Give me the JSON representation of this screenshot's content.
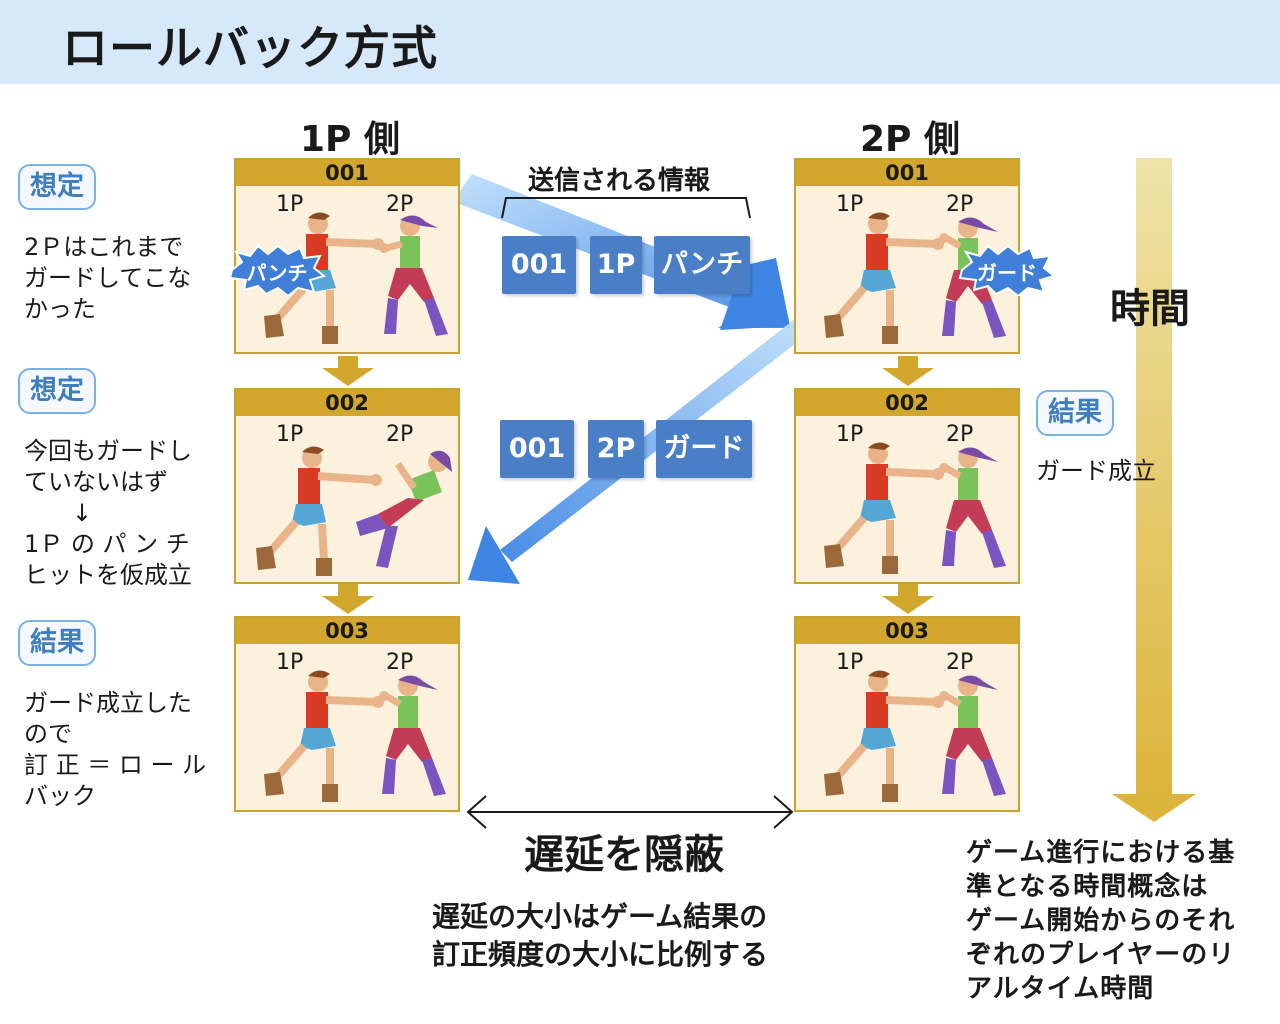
{
  "title": "ロールバック方式",
  "p1_header": "1P 側",
  "p2_header": "2P 側",
  "time_label": "時間",
  "sent_info_label": "送信される情報",
  "frames": {
    "f1a": {
      "num": "001",
      "p1": "1P",
      "p2": "2P",
      "burst": "パンチ"
    },
    "f1b": {
      "num": "002",
      "p1": "1P",
      "p2": "2P"
    },
    "f1c": {
      "num": "003",
      "p1": "1P",
      "p2": "2P"
    },
    "f2a": {
      "num": "001",
      "p1": "1P",
      "p2": "2P",
      "burst": "ガード"
    },
    "f2b": {
      "num": "002",
      "p1": "1P",
      "p2": "2P"
    },
    "f2c": {
      "num": "003",
      "p1": "1P",
      "p2": "2P"
    }
  },
  "packets": {
    "p1": {
      "frame": "001",
      "player": "1P",
      "action": "パンチ"
    },
    "p2": {
      "frame": "001",
      "player": "2P",
      "action": "ガード"
    }
  },
  "notes": {
    "n1": {
      "tag": "想定",
      "text": "2Ｐはこれまで\nガードしてこな\nかった"
    },
    "n2": {
      "tag": "想定",
      "text": "今回もガードし\nていないはず\n　　↓\n1Ｐ の パ ン チ\nヒットを仮成立"
    },
    "n3": {
      "tag": "結果",
      "text": "ガード成立した\nので\n訂 正 ＝ ロ ー ル\nバック"
    },
    "n4": {
      "tag": "結果",
      "text": "ガード成立"
    }
  },
  "delay_label": "遅延を隠蔽",
  "delay_text": "遅延の大小はゲーム結果の\n訂正頻度の大小に比例する",
  "right_text": "ゲーム進行における基\n準となる時間概念は\nゲーム開始からのそれ\nぞれのプレイヤーのリ\nアルタイム時間",
  "colors": {
    "title_band": "#d6e9fb",
    "frame_gold": "#d3a72e",
    "packet_blue": "#4a7fc8",
    "tag_blue": "#3f7fbe",
    "arrow_blue": "#5aa0e8"
  }
}
